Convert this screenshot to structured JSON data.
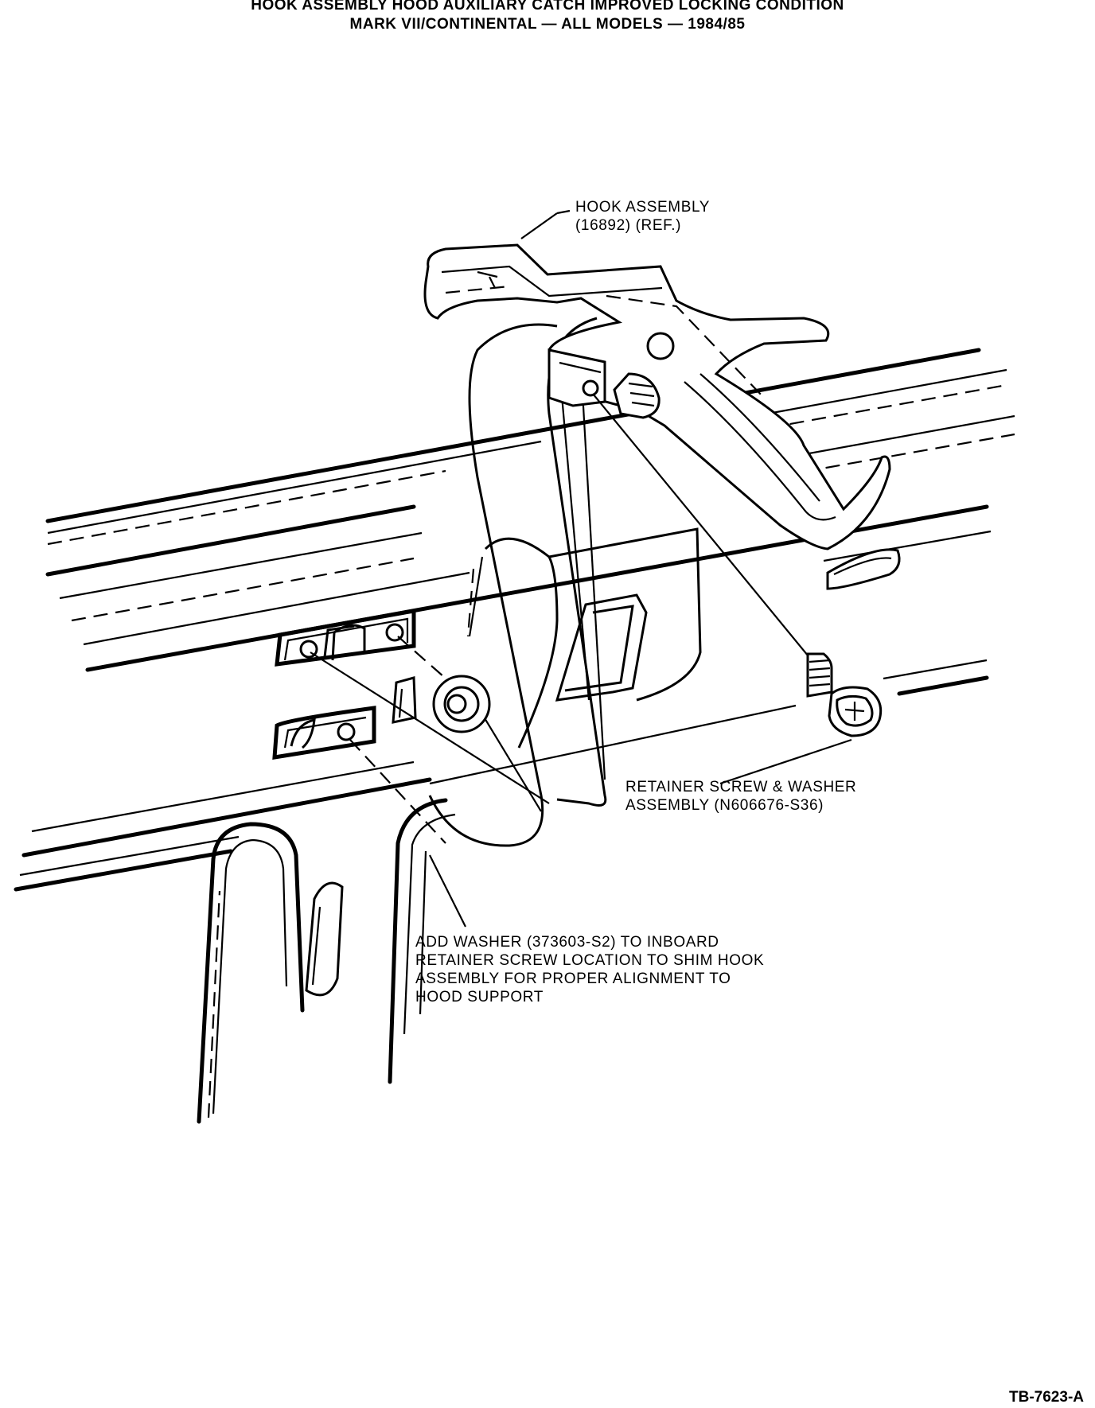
{
  "header": {
    "title_line_1": "HOOK ASSEMBLY HOOD AUXILIARY CATCH IMPROVED LOCKING CONDITION",
    "title_line_2": "MARK VII/CONTINENTAL — ALL MODELS — 1984/85"
  },
  "callouts": {
    "hook_assembly": "HOOK ASSEMBLY\n(16892) (REF.)",
    "retainer_screw": "RETAINER SCREW & WASHER\nASSEMBLY (N606676-S36)",
    "washer_note": "ADD WASHER (373603-S2) TO INBOARD\nRETAINER SCREW LOCATION TO SHIM HOOK\nASSEMBLY FOR PROPER ALIGNMENT TO\nHOOD SUPPORT"
  },
  "footer": {
    "figure_code": "TB-7623-A"
  }
}
